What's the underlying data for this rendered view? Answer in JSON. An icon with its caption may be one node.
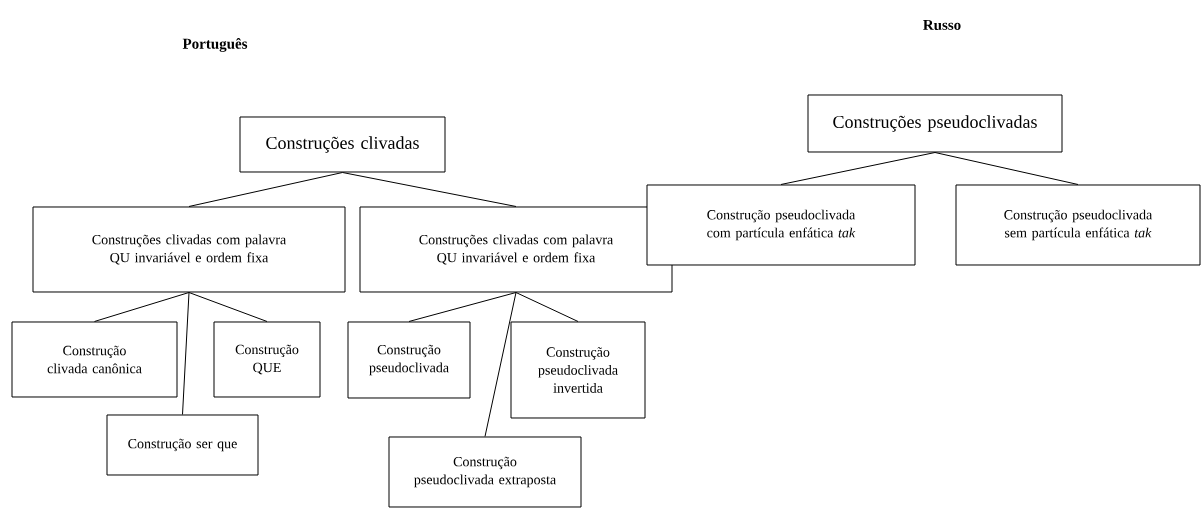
{
  "diagram": {
    "nodes": [
      {
        "text": [
          "Construções clivadas"
        ]
      },
      {
        "text": [
          "Construções clivadas com palavra QU invariável e ordem fixa"
        ]
      },
      {
        "text": [
          "Construções clivadas com palavra QU invariável e ordem fixa"
        ]
      },
      {
        "text": [
          "Construção clivada canônica"
        ]
      },
      {
        "text": [
          "Construção QUE"
        ]
      },
      {
        "text": [
          "Construção ser que"
        ]
      },
      {
        "text": [
          "Construção pseudoclivada"
        ]
      },
      {
        "text": [
          "Construção pseudoclivada invertida"
        ]
      },
      {
        "text": [
          "Construção pseudoclivada extraposta"
        ]
      },
      {
        "text": [
          "Construções pseudoclivadas"
        ]
      },
      {
        "text": [
          "Construção pseudoclivada com partícula enfática *tak*"
        ]
      },
      {
        "text": [
          "Construção pseudoclivada sem partícula enfática *tak*"
        ]
      }
    ],
    "edges": [
      {
        "from": 0,
        "to": 1,
        "arrow": "none"
      },
      {
        "from": 0,
        "to": 2,
        "arrow": "none"
      },
      {
        "from": 1,
        "to": 3,
        "arrow": "none"
      },
      {
        "from": 1,
        "to": 5,
        "arrow": "none"
      },
      {
        "from": 1,
        "to": 4,
        "arrow": "none"
      },
      {
        "from": 2,
        "to": 6,
        "arrow": "none"
      },
      {
        "from": 2,
        "to": 8,
        "arrow": "none"
      },
      {
        "from": 2,
        "to": 7,
        "arrow": "none"
      },
      {
        "from": 9,
        "to": 10,
        "arrow": "none"
      },
      {
        "from": 9,
        "to": 11,
        "arrow": "none"
      }
    ],
    "labels": [
      "Português",
      "Russo"
    ]
  }
}
